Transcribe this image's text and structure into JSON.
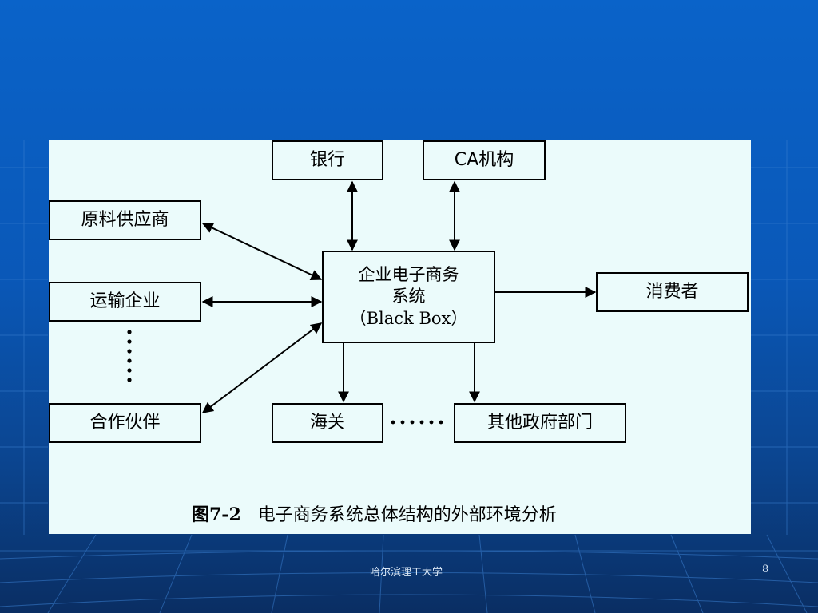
{
  "nodes": {
    "bank": "银行",
    "ca": "CA机构",
    "supplier": "原料供应商",
    "transport": "运输企业",
    "partner": "合作伙伴",
    "center_line1": "企业电子商务",
    "center_line2": "系统",
    "center_line3": "（Black Box）",
    "consumer": "消费者",
    "customs": "海关",
    "government": "其他政府部门"
  },
  "caption": {
    "figure_number": "图7-2",
    "title": "电子商务系统总体结构的外部环境分析"
  },
  "footer": {
    "organization": "哈尔滨理工大学",
    "page_number": "8"
  },
  "colors": {
    "background_top": "#0a63c9",
    "background_bottom": "#0a2e63",
    "panel": "#ebfbfb",
    "stroke": "#000000"
  }
}
